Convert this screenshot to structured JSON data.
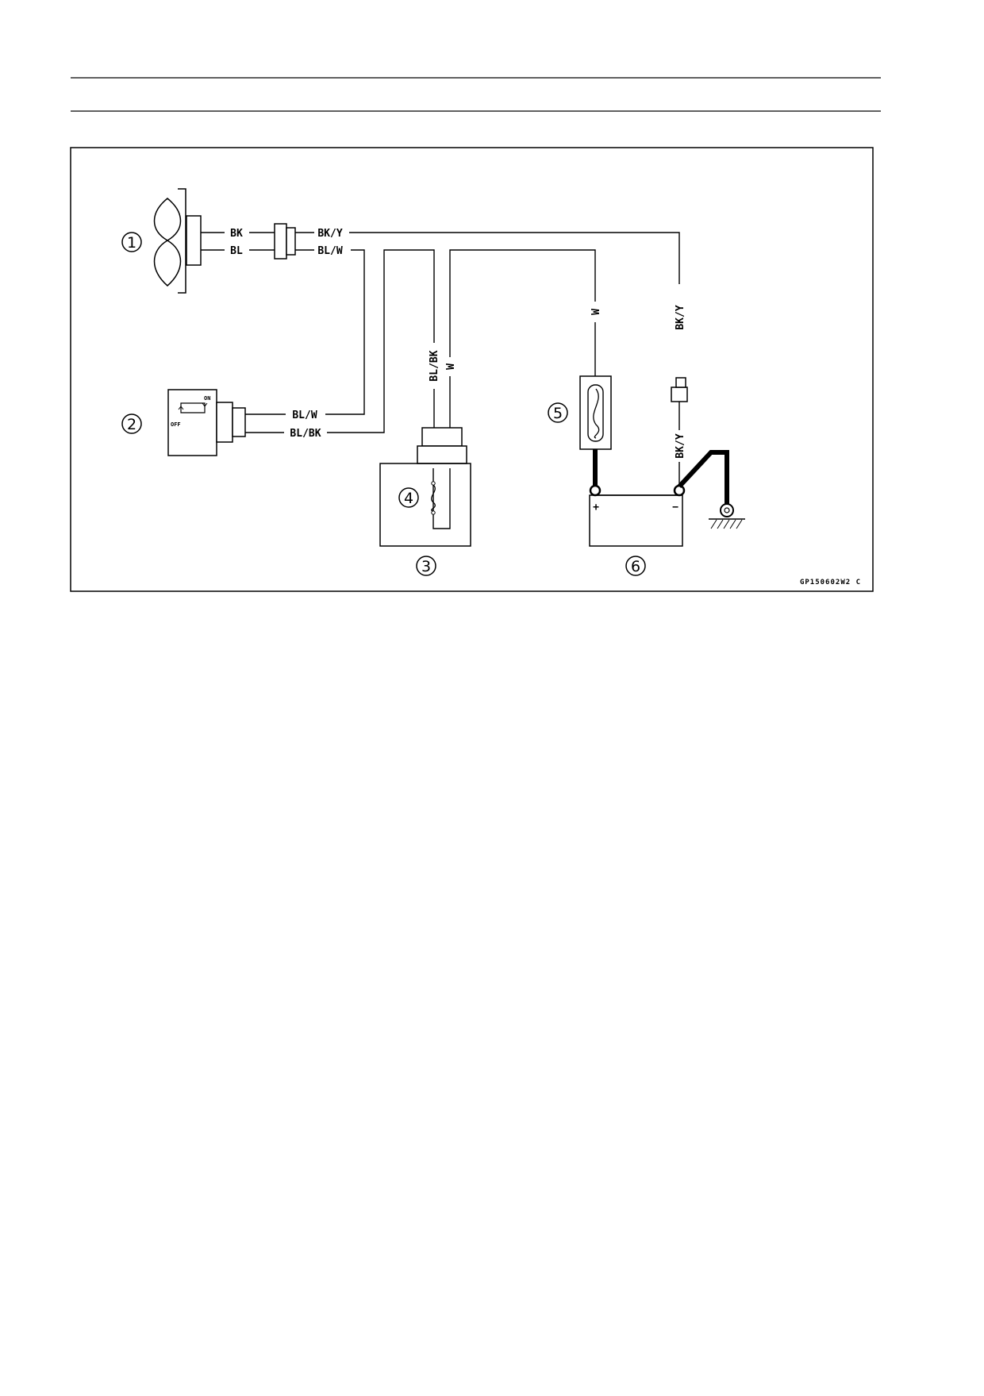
{
  "callouts": {
    "fan": "1",
    "switch": "2",
    "sensor_connector": "3",
    "thermo_element": "4",
    "fuse": "5",
    "battery": "6"
  },
  "wires": {
    "fan_black": "BK",
    "fan_blue": "BL",
    "connector_black_yellow": "BK/Y",
    "connector_blue_white": "BL/W",
    "switch_blue_white": "BL/W",
    "switch_blue_black": "BL/BK",
    "sensor_blue_black": "BL/BK",
    "sensor_white": "W",
    "fuse_white": "W",
    "ground_black_yellow_upper": "BK/Y",
    "ground_black_yellow_lower": "BK/Y"
  },
  "switch": {
    "on_label": "ON",
    "off_label": "OFF"
  },
  "battery": {
    "plus": "+",
    "minus": "−"
  },
  "figure_code": "GP150602W2 C"
}
